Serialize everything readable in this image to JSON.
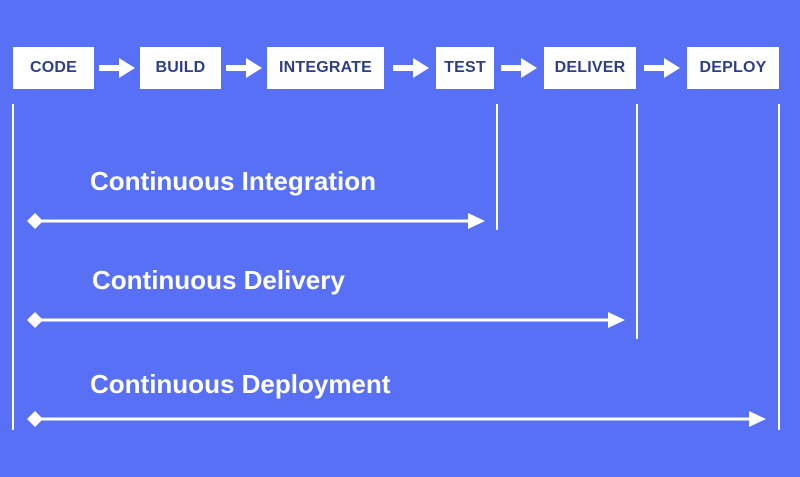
{
  "pipeline": {
    "stages": [
      "CODE",
      "BUILD",
      "INTEGRATE",
      "TEST",
      "DELIVER",
      "DEPLOY"
    ]
  },
  "practices": {
    "integration": "Continuous Integration",
    "delivery": "Continuous Delivery",
    "deployment": "Continuous Deployment"
  },
  "colors": {
    "background": "#5870f5",
    "box_text": "#2e3f86",
    "foreground": "#ffffff"
  }
}
